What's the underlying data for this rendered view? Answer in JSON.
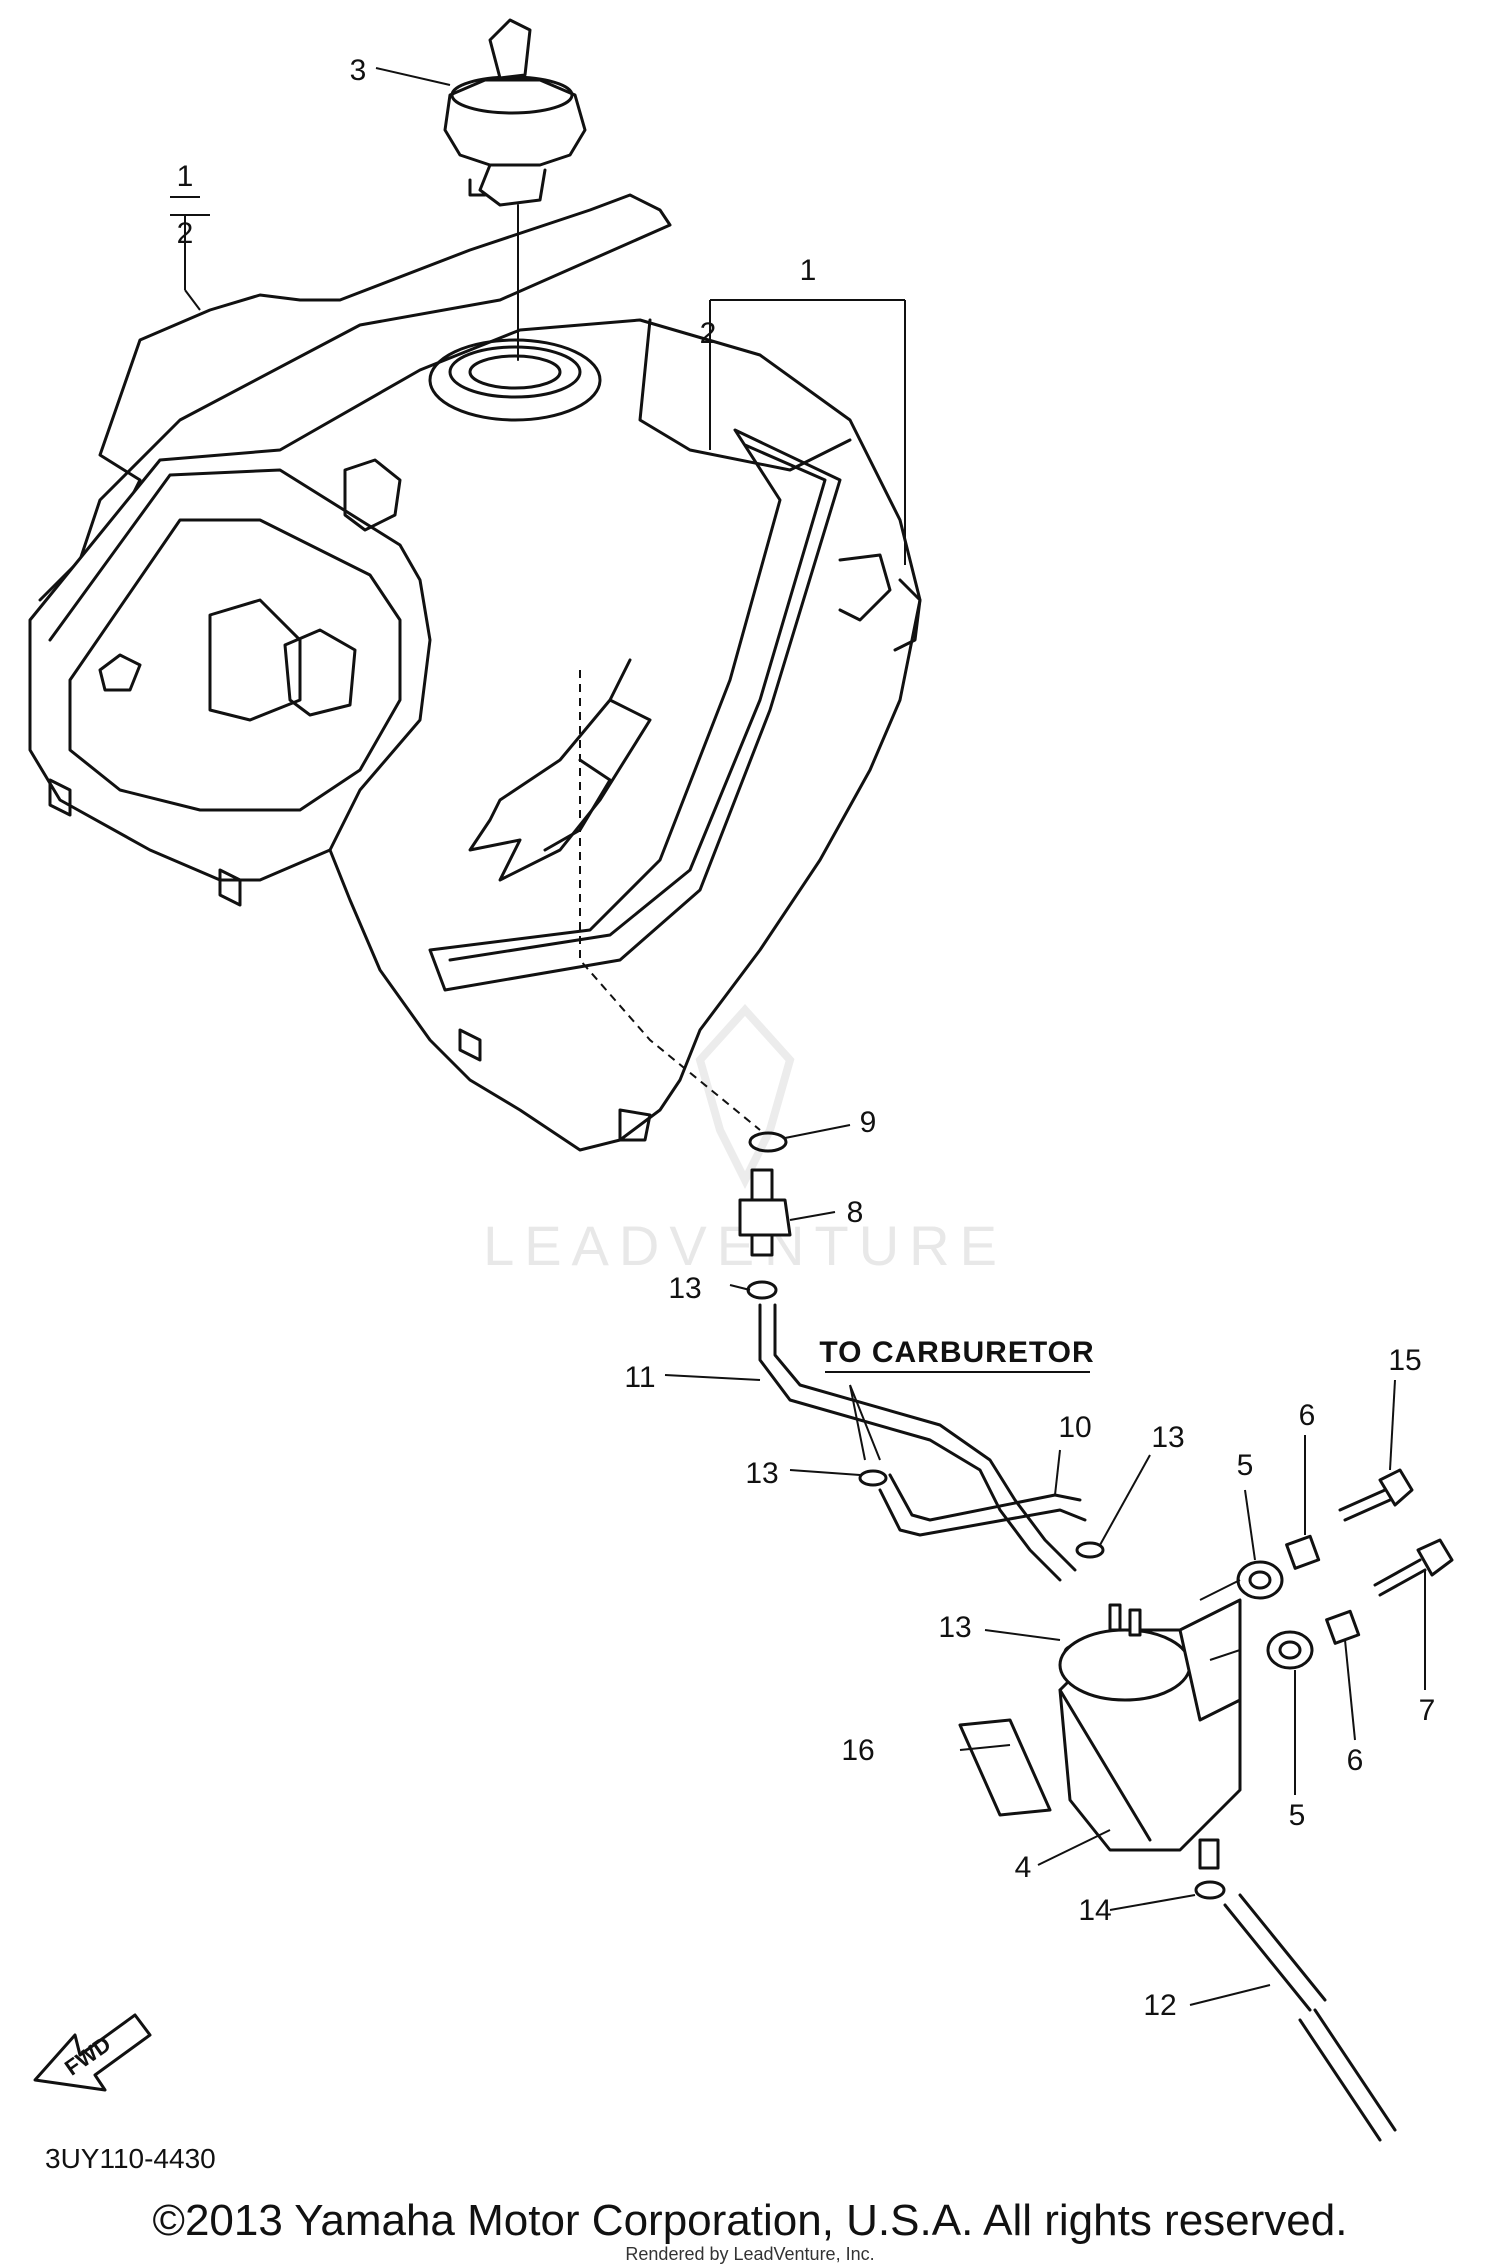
{
  "diagram": {
    "callouts": {
      "c1_fraction_top": "1",
      "c1_fraction_bottom": "2",
      "c1_tank": "1",
      "c2_tank": "2",
      "c3": "3",
      "c4": "4",
      "c5_upper": "5",
      "c5_lower": "5",
      "c6_upper": "6",
      "c6_lower": "6",
      "c7": "7",
      "c8": "8",
      "c9": "9",
      "c10": "10",
      "c11": "11",
      "c12": "12",
      "c13_top": "13",
      "c13_left": "13",
      "c13_right": "13",
      "c13_lower": "13",
      "c14": "14",
      "c15": "15",
      "c16": "16"
    },
    "banner_label": "TO CARBURETOR",
    "fwd_label": "FWD",
    "diagram_code": "3UY110-4430",
    "watermark": "LEADVENTURE",
    "rendered_credit": "Rendered by LeadVenture, Inc.",
    "copyright": "©2013 Yamaha Motor Corporation, U.S.A. All rights reserved."
  }
}
